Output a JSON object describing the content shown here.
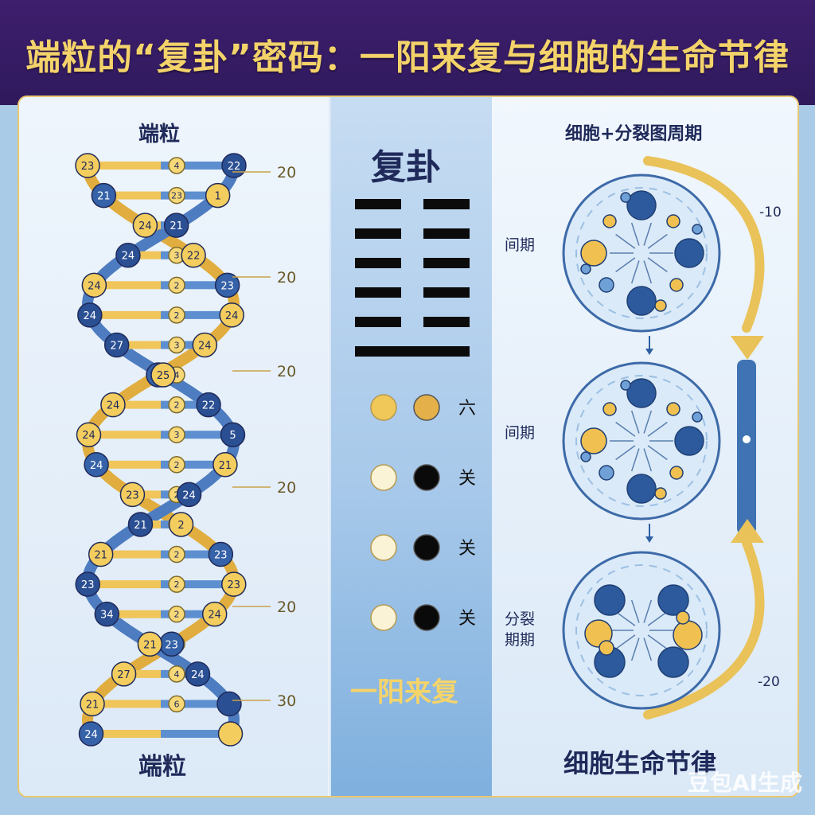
{
  "header": {
    "title": "端粒的“复卦”密码：一阳来复与细胞的生命节律"
  },
  "left": {
    "top_label": "端粒",
    "bottom_label": "端粒",
    "scale_labels": [
      "20",
      "20",
      "20",
      "20",
      "20",
      "30"
    ],
    "left_bead_numbers": [
      "23",
      "21",
      "24",
      "22",
      "23",
      "24",
      "24",
      "23",
      "24",
      "24",
      "24",
      "23",
      "2",
      "23",
      "23",
      "24",
      "23",
      "27",
      "21",
      "24"
    ],
    "right_bead_numbers": [
      "22",
      "1",
      "21",
      "24",
      "24",
      "24",
      "27",
      "25",
      "22",
      "5",
      "21",
      "24",
      "21",
      "21",
      "23",
      "34",
      "21",
      "24",
      "",
      ""
    ],
    "rung_numbers": [
      "4",
      "23",
      "2",
      "3",
      "2",
      "2",
      "3",
      "4",
      "2",
      "3",
      "2",
      "2",
      "23",
      "2",
      "2",
      "2",
      "3",
      "4",
      "6"
    ]
  },
  "middle": {
    "title": "复卦",
    "hexagram_lines": [
      "yin",
      "yin",
      "yin",
      "yin",
      "yin",
      "yang"
    ],
    "yao_rows": [
      {
        "label": "六",
        "left": "#f0c85a",
        "right": "#e3b04a"
      },
      {
        "label": "关",
        "left": "#fbf3d6",
        "right": "#0a0a0a"
      },
      {
        "label": "关",
        "left": "#fbf3d6",
        "right": "#0a0a0a"
      },
      {
        "label": "关",
        "left": "#fbf3d6",
        "right": "#0a0a0a"
      }
    ],
    "footer": "一阳来复"
  },
  "right": {
    "title": "细胞+分裂图周期",
    "stage_labels": [
      "间期",
      "间期",
      "分裂\n期期"
    ],
    "scale_top": "-10",
    "scale_bottom": "-20",
    "footer": "细胞生命节律"
  },
  "watermark": "豆包AI生成",
  "colors": {
    "gold": "#e9c25a",
    "blue": "#2f5fa3",
    "navy": "#1f2a5a",
    "purple": "#3e1e6e"
  }
}
